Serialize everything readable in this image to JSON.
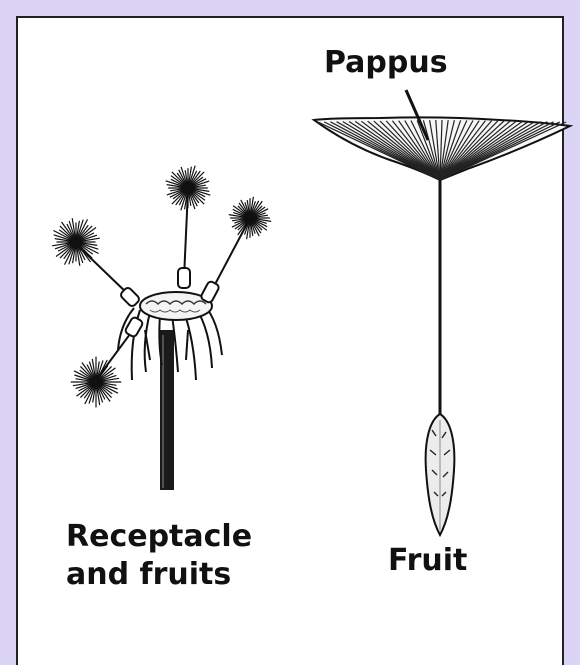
{
  "labels": {
    "pappus": "Pappus",
    "fruit": "Fruit",
    "receptacle_line1": "Receptacle",
    "receptacle_line2": "and fruits"
  },
  "colors": {
    "background": "#dcd4f4",
    "panel": "#ffffff",
    "ink": "#111111"
  }
}
